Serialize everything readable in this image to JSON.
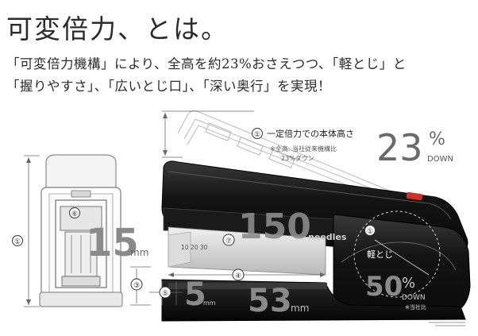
{
  "heading": {
    "title": "可変倍力、とは。",
    "line1": "「可変倍力機構」により、全高を約23%おさえつつ、「軽とじ」と",
    "line2": "「握りやすさ」、「広いとじ口」、「深い奥行」を実現！"
  },
  "callouts": {
    "c1_num": "①",
    "c1_label": "一定倍力での本体高さ",
    "c1_note1": "※全高: 当社従来機構比",
    "c1_note2": "23%ダウン",
    "c1_value": "23",
    "c1_pct": "%",
    "c1_down": "DOWN",
    "light_num": "①",
    "light_label": "軽とじ",
    "light_value": "50",
    "light_pct": "%",
    "light_down": "DOWN",
    "light_note": "※当社比",
    "side_num": "①",
    "n3": "③",
    "n4": "④",
    "n5": "⑤",
    "n6": "⑥",
    "n7": "⑦",
    "dim15": "15",
    "dim15_unit": "mm",
    "dim5": "5",
    "dim5_unit": "mm",
    "dim53": "53",
    "dim53_unit": "mm",
    "dim150": "150",
    "dim150_unit": "needles",
    "scale": "10 20 30"
  }
}
